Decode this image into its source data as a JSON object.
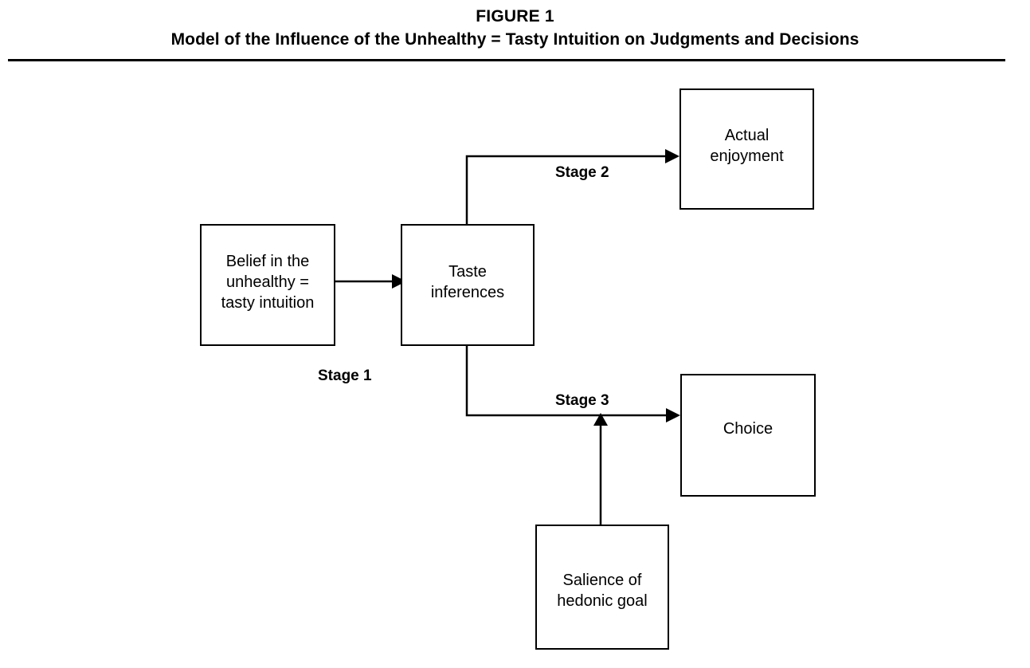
{
  "figure": {
    "label": "FIGURE 1",
    "title": "Model of the Influence of the Unhealthy = Tasty Intuition on Judgments and Decisions"
  },
  "diagram": {
    "type": "flow-diagram",
    "nodes": [
      {
        "id": "belief",
        "label": "Belief in the\nunhealthy =\ntasty intuition"
      },
      {
        "id": "taste",
        "label": "Taste\ninferences"
      },
      {
        "id": "enjoyment",
        "label": "Actual\nenjoyment"
      },
      {
        "id": "choice",
        "label": "Choice"
      },
      {
        "id": "salience",
        "label": "Salience of\nhedonic goal"
      }
    ],
    "stage_labels": [
      {
        "id": "stage1",
        "label": "Stage 1"
      },
      {
        "id": "stage2",
        "label": "Stage 2"
      },
      {
        "id": "stage3",
        "label": "Stage 3"
      }
    ],
    "edges": [
      {
        "from": "belief",
        "to": "taste",
        "stage": "Stage 1",
        "style": "straight-arrow"
      },
      {
        "from": "taste",
        "to": "enjoyment",
        "stage": "Stage 2",
        "style": "elbow-arrow-up"
      },
      {
        "from": "taste",
        "to": "choice",
        "stage": "Stage 3",
        "style": "elbow-arrow-down"
      },
      {
        "from": "salience",
        "to": "stage3",
        "stage": "",
        "style": "vertical-arrow-up"
      }
    ]
  },
  "colors": {
    "ink": "#000000",
    "paper": "#ffffff"
  }
}
